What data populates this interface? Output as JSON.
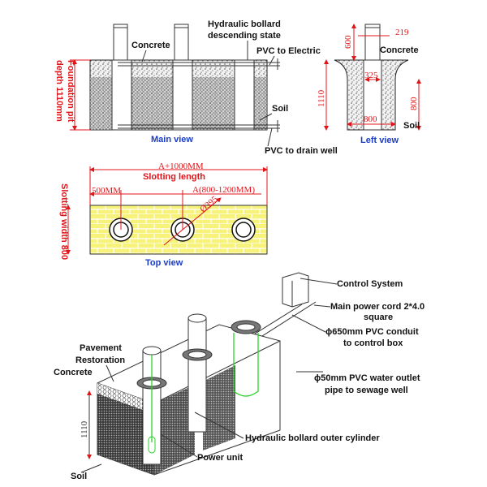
{
  "colors": {
    "dimension": "#e0151a",
    "caption": "#1a3cc8",
    "brick": "#f6f27a",
    "highlight": "#2bd42b"
  },
  "main_view": {
    "caption": "Main view",
    "labels": {
      "bollard_state_1": "Hydraulic bollard",
      "bollard_state_2": "descending state",
      "concrete": "Concrete",
      "pvc_electric": "PVC to Electric",
      "soil": "Soil",
      "pvc_drain": "PVC to drain well"
    },
    "depth_label_1": "Foundation pit",
    "depth_label_2": "depth 1110mm"
  },
  "left_view": {
    "caption": "Left view",
    "labels": {
      "concrete": "Concrete",
      "soil": "Soil"
    },
    "dims": {
      "height_above": "600",
      "bollard_width": "219",
      "total_depth": "1110",
      "cylinder": "325",
      "lower_depth": "800",
      "pit_width": "800"
    }
  },
  "top_view": {
    "caption": "Top view",
    "total_length": "A+1000MM",
    "length_label": "Slotting length",
    "end_offset": "500MM",
    "spacing": "A(800-1200MM)",
    "diameter": "Ø395",
    "width_label": "Slotting width 800"
  },
  "iso_view": {
    "labels": {
      "control_system": "Control System",
      "power_cord_1": "Main power cord 2*4.0",
      "power_cord_2": "square",
      "conduit_1": "ϕ650mm PVC conduit",
      "conduit_2": "to control box",
      "outlet_1": "ϕ50mm PVC water outlet",
      "outlet_2": "pipe to sewage well",
      "pavement_1": "Pavement",
      "pavement_2": "Restoration",
      "concrete": "Concrete",
      "outer_cylinder": "Hydraulic bollard outer cylinder",
      "power_unit": "Power unit",
      "soil": "Soil"
    },
    "depth": "1110"
  }
}
